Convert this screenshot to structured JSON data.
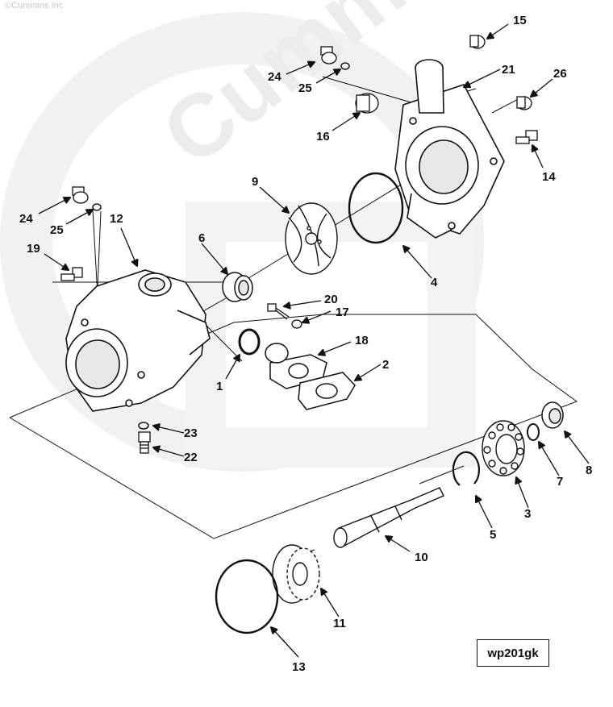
{
  "copyright": "©Cummins Inc",
  "watermark": {
    "brand": "Cummins",
    "color": "#ececec"
  },
  "reference_code": "wp201gk",
  "line_color": "#111111",
  "callouts": [
    {
      "id": "c1",
      "label": "1",
      "part": "o-ring"
    },
    {
      "id": "c2",
      "label": "2",
      "part": "gasket"
    },
    {
      "id": "c3",
      "label": "3",
      "part": "bearing"
    },
    {
      "id": "c4",
      "label": "4",
      "part": "o-ring-large"
    },
    {
      "id": "c5",
      "label": "5",
      "part": "snap-ring"
    },
    {
      "id": "c6",
      "label": "6",
      "part": "seal"
    },
    {
      "id": "c7",
      "label": "7",
      "part": "retaining-ring"
    },
    {
      "id": "c8",
      "label": "8",
      "part": "oil-seal"
    },
    {
      "id": "c9",
      "label": "9",
      "part": "impeller"
    },
    {
      "id": "c10",
      "label": "10",
      "part": "shaft"
    },
    {
      "id": "c11",
      "label": "11",
      "part": "drive-gear"
    },
    {
      "id": "c12",
      "label": "12",
      "part": "water-pump-body"
    },
    {
      "id": "c13",
      "label": "13",
      "part": "o-ring-gear"
    },
    {
      "id": "c14",
      "label": "14",
      "part": "capscrew"
    },
    {
      "id": "c15",
      "label": "15",
      "part": "plug"
    },
    {
      "id": "c16",
      "label": "16",
      "part": "plug"
    },
    {
      "id": "c17",
      "label": "17",
      "part": "washer"
    },
    {
      "id": "c18",
      "label": "18",
      "part": "connection"
    },
    {
      "id": "c19",
      "label": "19",
      "part": "capscrew"
    },
    {
      "id": "c20",
      "label": "20",
      "part": "capscrew"
    },
    {
      "id": "c21",
      "label": "21",
      "part": "pump-cover"
    },
    {
      "id": "c22",
      "label": "22",
      "part": "drain-fitting"
    },
    {
      "id": "c23",
      "label": "23",
      "part": "o-ring-small"
    },
    {
      "id": "c24",
      "label": "24",
      "part": "plug"
    },
    {
      "id": "c25",
      "label": "25",
      "part": "o-ring-small"
    },
    {
      "id": "c26",
      "label": "26",
      "part": "plug"
    },
    {
      "id": "c24b",
      "label": "24",
      "part": "plug"
    },
    {
      "id": "c25b",
      "label": "25",
      "part": "o-ring-small"
    }
  ]
}
